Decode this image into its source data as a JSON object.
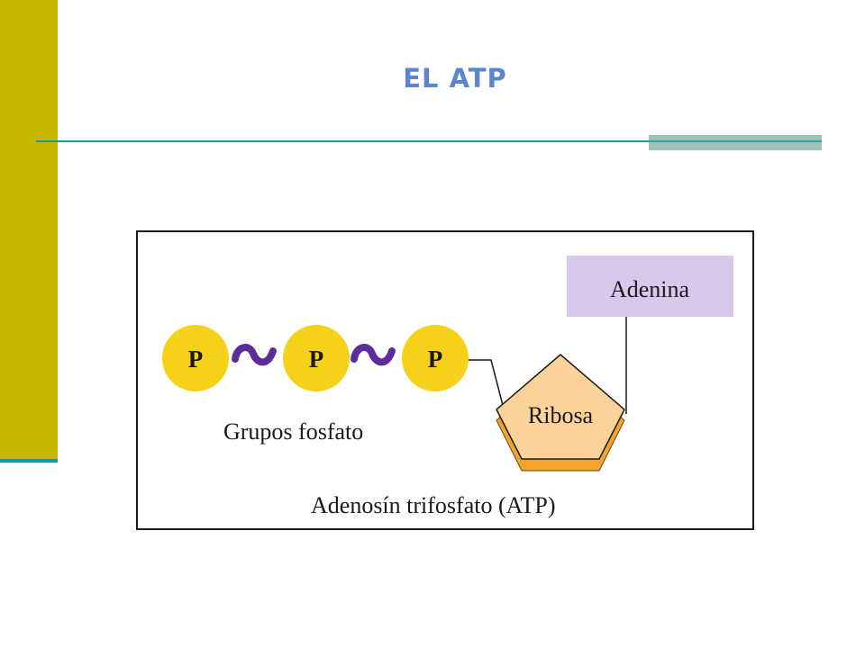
{
  "slide": {
    "title": "EL ATP",
    "colors": {
      "left_bar": "#c4b800",
      "accent_line": "#1f9a9a",
      "title": "#5b86cf"
    }
  },
  "diagram": {
    "phosphate_label": "P",
    "phosphate_count": 3,
    "bond_symbol": "~",
    "adenine_label": "Adenina",
    "ribose_label": "Ribosa",
    "phosphates_caption": "Grupos fosfato",
    "molecule_caption": "Adenosín trifosfato (ATP)",
    "colors": {
      "phosphate": "#f5d11a",
      "bond": "#5b2c9a",
      "adenine_box": "#d9c8ec",
      "ribose_top": "#fbd29a",
      "ribose_bottom": "#f2a52a"
    }
  }
}
